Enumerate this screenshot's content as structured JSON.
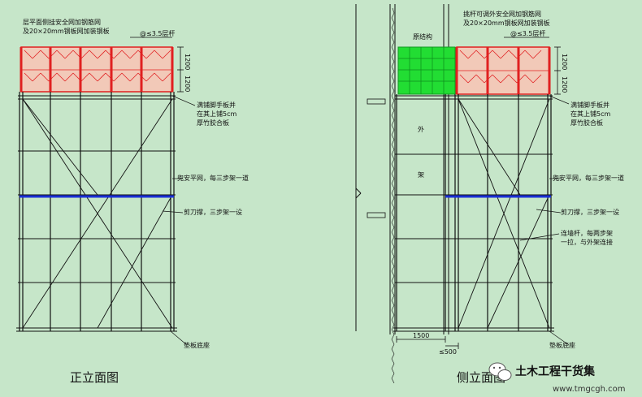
{
  "left_view": {
    "title": "正立面图",
    "note_top_line1": "层平面侧挂安全网加钢筋网",
    "note_top_line2": "及20×20mm钢板网加装钢板",
    "spacing_note": "@≤3.5层杆",
    "dim_1": "1200",
    "dim_2": "1200",
    "note_plank_line1": "满铺脚手板并",
    "note_plank_line2": "在其上铺5cm",
    "note_plank_line3": "厚竹胶合板",
    "note_net": "兜安平网，每三步架一道",
    "note_brace": "剪刀撑，三步架一设",
    "note_base": "垫板底座"
  },
  "right_view": {
    "title": "侧立面图",
    "note_top_line1": "挑杆可调外安全网加钢筋网",
    "note_top_line2": "及20×20mm钢板网加装钢板",
    "spacing_note": "@≤3.5层杆",
    "dim_1": "1200",
    "dim_2": "1200",
    "label_existing": "原结构",
    "label_outer_1": "外",
    "label_outer_2": "架",
    "note_plank_line1": "满铺脚手板并",
    "note_plank_line2": "在其上铺5cm",
    "note_plank_line3": "厚竹胶合板",
    "note_net": "兜安平网，每三步架一道",
    "note_brace": "剪刀撑，三步架一设",
    "note_connector_line1": "连墙杆，每两步架",
    "note_connector_line2": "一拉，与外架连接",
    "dim_bottom_1": "1500",
    "dim_bottom_2": "≤500",
    "note_base": "垫板底座"
  },
  "watermark": {
    "text": "土木工程干货集",
    "sub": "www.tmgcgh.com"
  },
  "colors": {
    "background": "#c6e6c9",
    "line": "#111111",
    "net_red": "#e02020",
    "net_green": "#22dd33",
    "net_blue": "#1a2fd6"
  }
}
